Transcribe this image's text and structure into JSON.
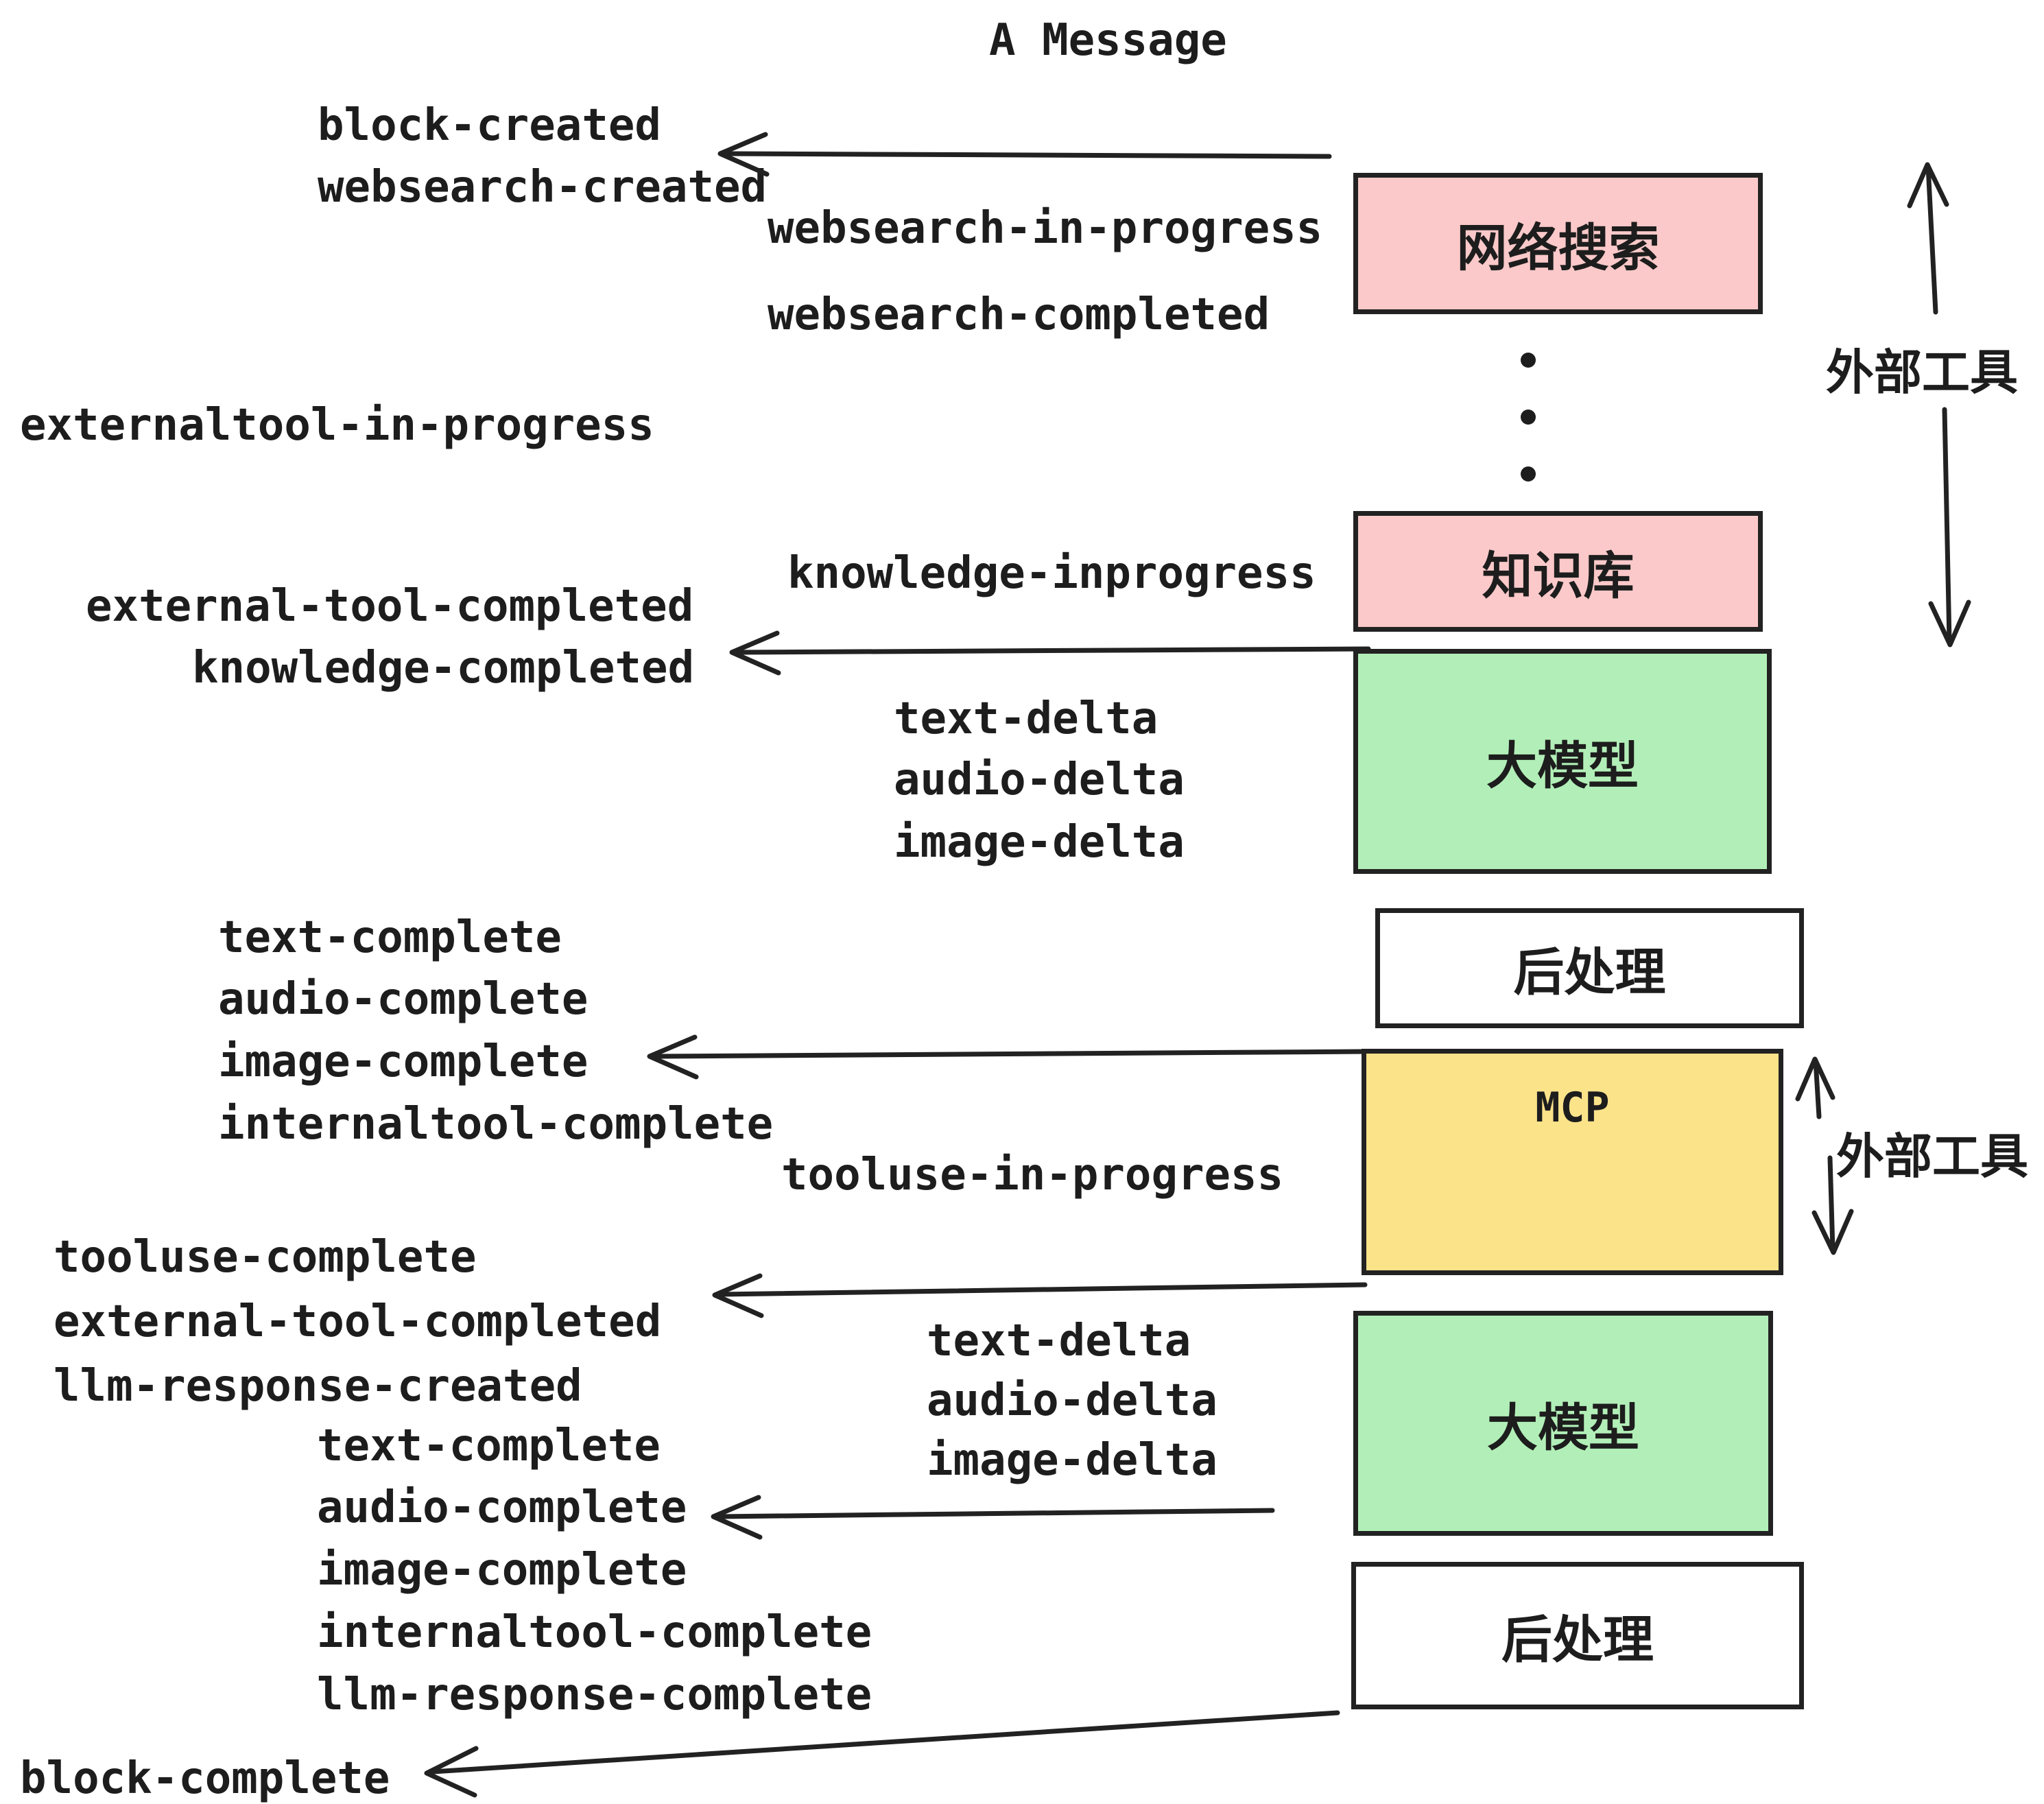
{
  "title": "A Message",
  "colors": {
    "websearch_box": "#fbc9c9",
    "knowledge_box": "#fbc9c9",
    "llm_box": "#b2efb8",
    "mcp_box": "#fbe38a",
    "postprocess_box": "#ffffff",
    "stroke": "#222222",
    "text": "#1d1d1d"
  },
  "boxes": [
    {
      "id": "websearch",
      "label": "网络搜索"
    },
    {
      "id": "knowledge",
      "label": "知识库"
    },
    {
      "id": "llm-1",
      "label": "大模型"
    },
    {
      "id": "postprocess-1",
      "label": "后处理"
    },
    {
      "id": "mcp",
      "label": "MCP"
    },
    {
      "id": "llm-2",
      "label": "大模型"
    },
    {
      "id": "postprocess-2",
      "label": "后处理"
    }
  ],
  "side_labels": {
    "external_tool_top": "外部工具",
    "external_tool_mcp": "外部工具"
  },
  "events": [
    {
      "text": "block-created"
    },
    {
      "text": "websearch-created"
    },
    {
      "text": "websearch-in-progress"
    },
    {
      "text": "websearch-completed"
    },
    {
      "text": "externaltool-in-progress"
    },
    {
      "text": "knowledge-inprogress"
    },
    {
      "text": "external-tool-completed"
    },
    {
      "text": "knowledge-completed"
    },
    {
      "text": "text-delta"
    },
    {
      "text": "audio-delta"
    },
    {
      "text": "image-delta"
    },
    {
      "text": "text-complete"
    },
    {
      "text": "audio-complete"
    },
    {
      "text": "image-complete"
    },
    {
      "text": "internaltool-complete"
    },
    {
      "text": "tooluse-in-progress"
    },
    {
      "text": "tooluse-complete"
    },
    {
      "text": "external-tool-completed"
    },
    {
      "text": "llm-response-created"
    },
    {
      "text": "text-complete"
    },
    {
      "text": "text-delta"
    },
    {
      "text": "audio-delta"
    },
    {
      "text": "image-delta"
    },
    {
      "text": "audio-complete"
    },
    {
      "text": "image-complete"
    },
    {
      "text": "internaltool-complete"
    },
    {
      "text": "llm-response-complete"
    },
    {
      "text": "block-complete"
    }
  ]
}
